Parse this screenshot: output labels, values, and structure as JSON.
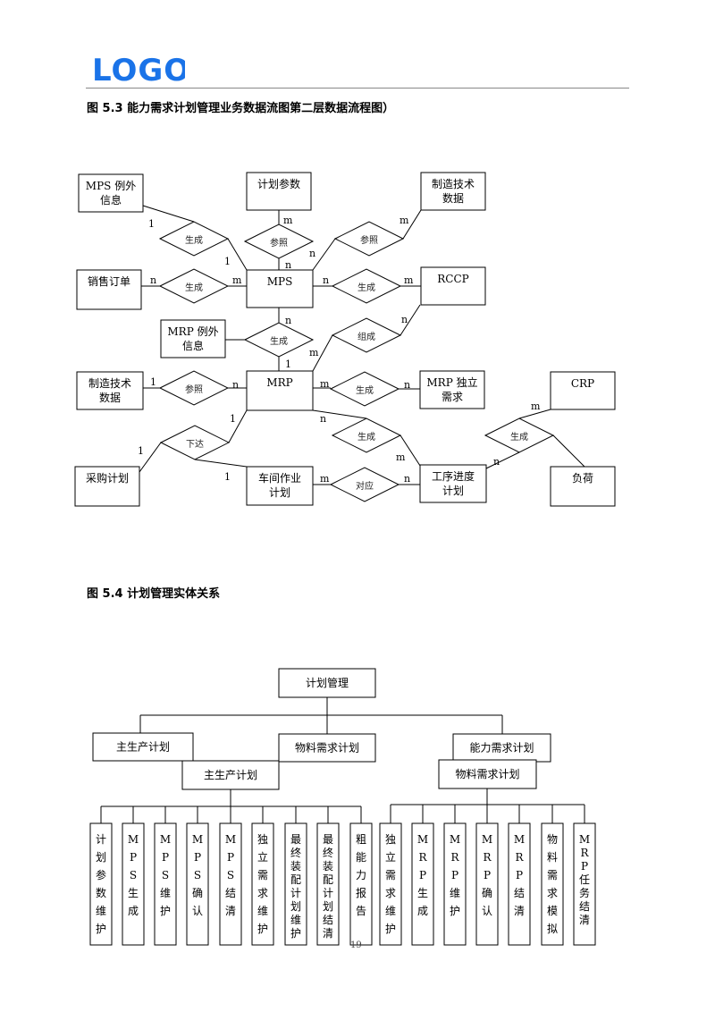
{
  "header": {
    "logo_text": "LOGO",
    "logo_color": "#1a73e8"
  },
  "captions": {
    "figure_5_3": "图 5.3  能力需求计划管理业务数据流图第二层数据流程图）",
    "figure_5_4": "图 5.4  计划管理实体关系"
  },
  "er_diagram": {
    "entities": [
      {
        "id": "mps_exception",
        "lines": [
          "MPS 例外",
          "信息"
        ]
      },
      {
        "id": "plan_params",
        "lines": [
          "计划参数"
        ]
      },
      {
        "id": "mfg_tech_data_top",
        "lines": [
          "制造技术",
          "数据"
        ]
      },
      {
        "id": "sales_order",
        "lines": [
          "销售订单"
        ]
      },
      {
        "id": "mps",
        "lines": [
          "MPS"
        ]
      },
      {
        "id": "rccp",
        "lines": [
          "RCCP"
        ]
      },
      {
        "id": "mrp_exception",
        "lines": [
          "MRP 例外",
          "信息"
        ]
      },
      {
        "id": "mfg_tech_data_left",
        "lines": [
          "制造技术",
          "数据"
        ]
      },
      {
        "id": "mrp",
        "lines": [
          "MRP"
        ]
      },
      {
        "id": "mrp_independent",
        "lines": [
          "MRP 独立",
          "需求"
        ]
      },
      {
        "id": "crp",
        "lines": [
          "CRP"
        ]
      },
      {
        "id": "purchase_plan",
        "lines": [
          "采购计划"
        ]
      },
      {
        "id": "workshop_plan",
        "lines": [
          "车间作业",
          "计划"
        ]
      },
      {
        "id": "process_schedule",
        "lines": [
          "工序进度",
          "计划"
        ]
      },
      {
        "id": "load",
        "lines": [
          "负荷"
        ]
      }
    ],
    "relationships": [
      {
        "id": "r_gen_mps_exc",
        "label": "生成"
      },
      {
        "id": "r_ref_params",
        "label": "参照"
      },
      {
        "id": "r_ref_tech_top",
        "label": "参照"
      },
      {
        "id": "r_gen_sales",
        "label": "生成"
      },
      {
        "id": "r_gen_rccp",
        "label": "生成"
      },
      {
        "id": "r_gen_mrp_exc",
        "label": "生成"
      },
      {
        "id": "r_compose",
        "label": "组成"
      },
      {
        "id": "r_ref_tech_left",
        "label": "参照"
      },
      {
        "id": "r_gen_indep",
        "label": "生成"
      },
      {
        "id": "r_issue",
        "label": "下达"
      },
      {
        "id": "r_gen_sched",
        "label": "生成"
      },
      {
        "id": "r_gen_crp",
        "label": "生成"
      },
      {
        "id": "r_correspond",
        "label": "对应"
      }
    ],
    "cardinalities": [
      "1",
      "1",
      "m",
      "n",
      "m",
      "n",
      "n",
      "m",
      "n",
      "m",
      "n",
      "1",
      "n",
      "m",
      "1",
      "n",
      "m",
      "n",
      "1",
      "1",
      "n",
      "m",
      "1",
      "m",
      "n",
      "m",
      "n"
    ]
  },
  "org_chart": {
    "root": "计划管理",
    "level2": [
      "主生产计划",
      "物料需求计划",
      "能力需求计划"
    ],
    "sub_left": "主生产计划",
    "sub_right": "物料需求计划",
    "leaves_left": [
      "计划参数维护",
      "MPS生成",
      "MPS维护",
      "MPS确认",
      "MPS结清",
      "独立需求维护",
      "最终装配计划维护",
      "最终装配计划结清",
      "粗能力报告"
    ],
    "leaves_right": [
      "独立需求维护",
      "MRP生成",
      "MRP维护",
      "MRP确认",
      "MRP结清",
      "物料需求模拟",
      "MRP任务结清"
    ],
    "highlight_color": "#d40000"
  },
  "page_number": "19"
}
